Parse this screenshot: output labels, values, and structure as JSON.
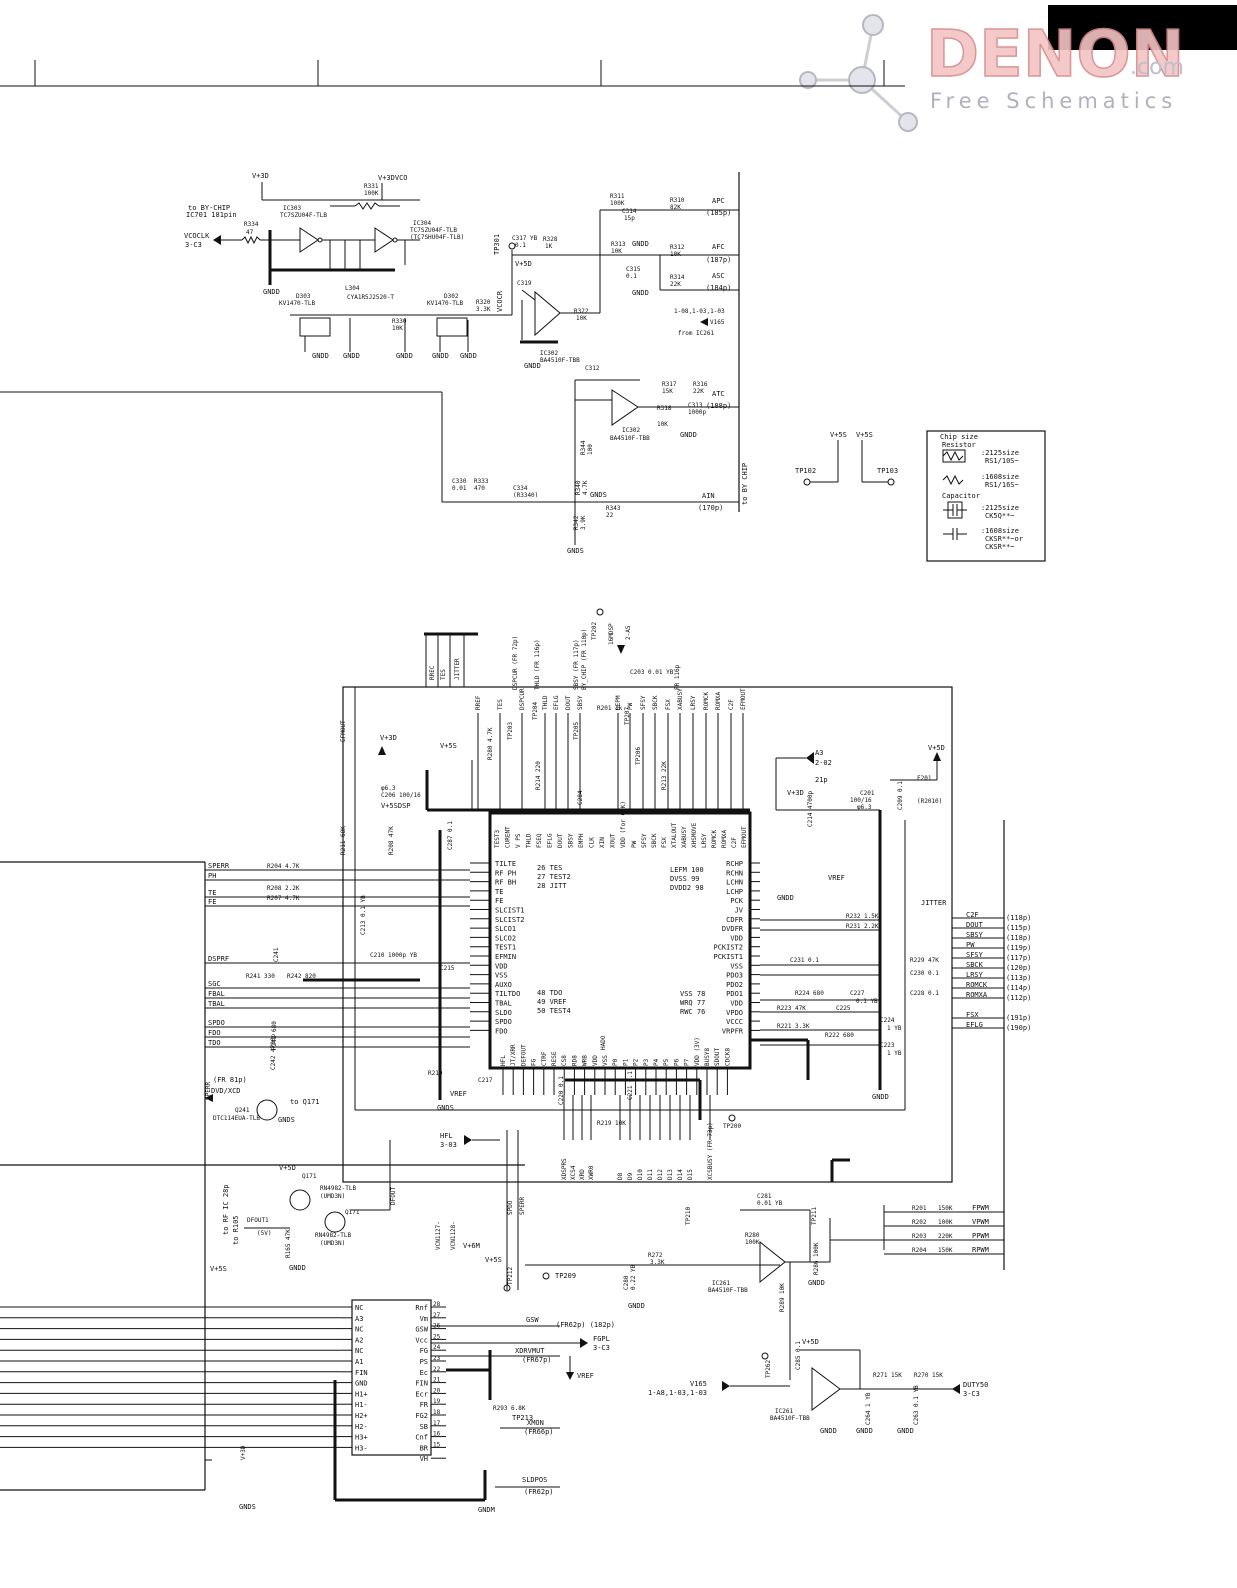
{
  "watermark": {
    "brand": "DENON",
    "suffix": ".com",
    "tagline": "Free Schematics"
  },
  "legend": {
    "title": "Chip size",
    "resistor_label": "Resistor",
    "r1": ":2125size",
    "r1b": "RS1/10S~",
    "r2": ":1608size",
    "r2b": "RS1/16S~",
    "cap_label": "Capacitor",
    "c1": ":2125size",
    "c1b": "CK5Q**~",
    "c2": ":1608size",
    "c2b": "CKSR**~or",
    "c2c": "CKSR**~"
  },
  "top_section": {
    "to_chip": "to BY-CHIP",
    "ic701": "IC701 181pin",
    "vcoclk": "VCOCLK",
    "vcoclk_ref": "3-C3",
    "v3d": "V+3D",
    "v3dvco": "V+3DVCO",
    "r331": "R331",
    "r331v": "100K",
    "ic303": "IC303",
    "ic303p": "TC7SZU04F-TLB",
    "ic304": "IC304",
    "ic304p": "TC7SZU04F-TLB",
    "ic304p2": "(TC7SHU04F-TLB)",
    "r334": "R334",
    "r334v": "47",
    "d303": "D303",
    "d303p": "KV1470-TLB",
    "l304": "L304",
    "l304p": "CYA1R5J2520-T",
    "d302": "D302",
    "d302p": "KV1470-TLB",
    "r320": "R320",
    "r320v": "3.3K",
    "r330": "R330",
    "r330v": "10K",
    "vcocr": "VCOCR",
    "tp301": "TP301",
    "c317": "C317 YB",
    "c317v": "0.1",
    "r328": "R328",
    "r328v": "1K",
    "v5d": "V+5D",
    "c319": "C319",
    "r322": "R322",
    "r322v": "10K",
    "ic302a": "IC302",
    "ic302ap": "BA4510F-TBB",
    "r311": "R311",
    "r311v": "100K",
    "c314": "C314",
    "c314v": "15p",
    "r313": "R313",
    "r313v": "10K",
    "c315": "C315",
    "c315v": "0.1",
    "r310": "R310",
    "r310v": "82K",
    "r312": "R312",
    "r312v": "10K",
    "r314": "R314",
    "r314v": "22K",
    "apc": "APC",
    "apc_pin": "(185p)",
    "afc": "AFC",
    "afc_pin": "(187p)",
    "asc": "ASC",
    "asc_pin": "(184p)",
    "from_ic261": "from IC261",
    "ref_ic261": "1-08,1-03,1-03",
    "v165": "V165",
    "c312": "C312",
    "r317": "R317",
    "r317v": "15K",
    "r316": "R316",
    "r316v": "22K",
    "atc": "ATC",
    "atc_pin": "(188p)",
    "c313": "C313",
    "c313v": "1000p",
    "r318": "R318",
    "r318v": "10K",
    "ic302b": "IC302",
    "ic302bp": "BA4510F-TBB",
    "r344": "R344",
    "r344v": "100",
    "r340": "R340",
    "r340v": "4.7K",
    "c330": "C330",
    "c330v": "0.01",
    "r333": "R333",
    "r333v": "470",
    "c334": "C334",
    "c334v": "(R3340)",
    "r342": "R342",
    "r342v": "3.9K",
    "r343": "R343",
    "r343v": "22",
    "ain": "AIN",
    "ain_pin": "(170p)",
    "gnds": "GNDS",
    "gndd": "GNDD",
    "to_by_chip": "to BY CHIP",
    "v5s": "V+5S",
    "tp102": "TP102",
    "tp103": "TP103"
  },
  "dsp": {
    "top_pins": [
      "RREC",
      "TES",
      "JITTER",
      "RREF",
      "TES",
      "DSPCUR",
      "THLD",
      "EFLG",
      "DOUT",
      "SBSY",
      "DEPM",
      "PW",
      "SFSY",
      "SBCK",
      "FSX",
      "XABUSY",
      "LRSY",
      "ROMCK",
      "ROMXA",
      "C2F",
      "EFMOUT"
    ],
    "top_sigs": [
      "DSPCUR (FR 72p)",
      "THLD (FR 116p)",
      "SBSY (FR 117p)",
      "BY_CHIP (FR 110p)",
      "FR 116p"
    ],
    "left_pins": [
      "TEST3",
      "CURENT",
      "V PS",
      "THLD",
      "FSEQ",
      "EFLG",
      "DOUT",
      "SBSY",
      "EMPH",
      "CLK",
      "XIN",
      "XOUT",
      "VDD (for CLK)"
    ],
    "left_labels": [
      "TILTE",
      "RF PH",
      "RF BH",
      "TE",
      "FE",
      "SLCIST1",
      "SLCIST2",
      "SLCO1",
      "SLCO2",
      "TEST1",
      "EFMIN",
      "VDD",
      "VSS",
      "AUXO",
      "TILTDO",
      "TBAL",
      "SLDO",
      "SPDO",
      "FDO"
    ],
    "mid_labels": [
      "26 TES",
      "27 TEST2",
      "28 JITT",
      "48 TDO",
      "49 VREF",
      "50 TEST4"
    ],
    "right_labels": [
      "LEFM 100",
      "DVSS 99",
      "DVDD2 98",
      "VSS 78",
      "WRQ 77",
      "RWC 76"
    ],
    "right_pins": [
      "RCHP",
      "RCHN",
      "LCHN",
      "LCHP",
      "PCK",
      "JV",
      "CDFR",
      "DVDFR",
      "VDD",
      "PCKIST2",
      "PCKIST1",
      "VSS",
      "PDO3",
      "PDO2",
      "PDO1",
      "VDD",
      "VPDO",
      "VCCC",
      "VRPFR"
    ],
    "bottom_pins": [
      "HFL",
      "JT/XRR",
      "DEFOUT",
      "FG",
      "CTRF",
      "RESE",
      "CS8",
      "RD8",
      "WRB",
      "VDD",
      "VSS",
      "P0",
      "P1",
      "P2",
      "P3",
      "P4",
      "P5",
      "P6",
      "P7",
      "VDD (3V)",
      "BUSY8",
      "SDOUT",
      "CDCK8"
    ],
    "bottom_sigs": [
      "HADO",
      "XDSPRS",
      "XCS4",
      "XRD",
      "XWR0",
      "D8",
      "D9",
      "D10",
      "D11",
      "D12",
      "D13",
      "D14",
      "D15",
      "XCSBUSY (FR 73p)"
    ],
    "right_outputs": [
      {
        "name": "C2F",
        "pin": "(118p)"
      },
      {
        "name": "DOUT",
        "pin": "(115p)"
      },
      {
        "name": "SBSY",
        "pin": "(118p)"
      },
      {
        "name": "PW",
        "pin": "(119p)"
      },
      {
        "name": "SFSY",
        "pin": "(117p)"
      },
      {
        "name": "SBCK",
        "pin": "(120p)"
      },
      {
        "name": "LRSY",
        "pin": "(113p)"
      },
      {
        "name": "ROMCK",
        "pin": "(114p)"
      },
      {
        "name": "ROMXA",
        "pin": "(112p)"
      },
      {
        "name": "FSX",
        "pin": "(191p)"
      },
      {
        "name": "EFLG",
        "pin": "(190p)"
      }
    ],
    "left_inputs": [
      "SPERR",
      "PH",
      "TE",
      "FE",
      "DSPRF",
      "SGC",
      "FBAL",
      "TBAL",
      "SPDO",
      "FDO",
      "TDO"
    ],
    "parts": {
      "r204": "R204 4.7K",
      "r208": "R208 2.2K",
      "r207": "R207 4.7K",
      "r211": "R211 68K",
      "r208b": "R208 47K",
      "c287": "C287 0.1",
      "c206": "C206 100/16",
      "c206b": "φ6.3",
      "v5sdsp": "V+5SDSP",
      "v3d": "V+3D",
      "v5s": "V+5S",
      "r280": "R280 4.7K",
      "r214": "R214 220",
      "c284": "C284",
      "r213": "R213 22K",
      "a3": "A3",
      "a3b": "2-02",
      "r21p": "21p",
      "v5d": "V+5D",
      "c201": "C201",
      "c201b": "100/16",
      "c201c": "φ6.3",
      "f201": "F201",
      "f201b": "(R2010)",
      "c209": "C209 0.1",
      "v3d2": "V+3D",
      "c214": "C214 4700p",
      "vref": "VREF",
      "gndd": "GNDD",
      "r232": "R232 1.5K",
      "r231": "R231 2.2K",
      "c231": "C231 0.1",
      "r229": "R229 47K",
      "c230": "C230 0.1",
      "r224": "R224 680",
      "c227": "C227",
      "c227b": "0.1 YB",
      "c228": "C228 0.1",
      "r223": "R223 47K",
      "c225": "C225",
      "c224": "C224",
      "c224b": "1 YB",
      "r221": "R221 3.3K",
      "r222": "R222 680",
      "c223": "C223",
      "c223b": "1 YB",
      "gndd2": "GNDD",
      "c241": "C241",
      "r241": "R241 330",
      "r242": "R242 820",
      "c210": "C210 1000p YB",
      "c213": "C213 0.1 YB",
      "c215": "C215",
      "r210": "R210",
      "c217": "C217",
      "vref2": "VREF",
      "gnds": "GNDS",
      "c220": "C220 0.1",
      "r219": "R219 10K",
      "c221": "C221 0.1",
      "tp200": "TP200",
      "tp202": "TP202",
      "c203": "C203 0.01 YB",
      "r201": "R201 1k",
      "hfl": "HFL",
      "hfl_ref": "3-03",
      "jitter": "JITTER",
      "tp203": "TP203",
      "tp204": "TP204",
      "tp205": "TP205",
      "tp206": "TP206",
      "tp207": "TP207",
      "tp208": "TP208",
      "efmout": "EFMOUT",
      "dspcur": "16MDSP",
      "a5": "2-A5"
    }
  },
  "bottom": {
    "fr_asic": "(FR 81p)",
    "dvd_xcd": "DVD/XCD",
    "to_q171": "to Q171",
    "q241": "Q241",
    "q241p": "DTC114EUA-TLB",
    "r242": "R242 680",
    "c242": "C242 4700p",
    "to_rf": "to RF IC 28p",
    "to_r105": "to R105",
    "dfout1": "DFOUT1",
    "dfout1b": "(5V)",
    "v5d": "V+5D",
    "q171a": "Q171",
    "q171ap": "RN4982-TLB",
    "q171ab": "(UMD3N)",
    "q171b": "Q171",
    "q171bp": "RN4982-TLB",
    "q171bb": "(UMD3N)",
    "r165": "R165 47K",
    "dfout": "DFOUT",
    "vcn1": "VCN1127-",
    "vcn2": "VCN1128-",
    "v5s": "V+5S",
    "v6m": "V+6M",
    "spdo": "SPDO",
    "sperr": "SPERR",
    "tp209": "TP209",
    "tp212": "TP212",
    "tp213": "TP213",
    "motor_left": [
      "NC",
      "A3",
      "NC",
      "A2",
      "NC",
      "A1",
      "FIN",
      "GND",
      "H1+",
      "H1-",
      "H2+",
      "H2-",
      "H3+",
      "H3-"
    ],
    "motor_right": [
      "Rnf",
      "Vm",
      "GSW",
      "Vcc",
      "FG",
      "PS",
      "Ec",
      "FIN",
      "Ecr",
      "FR",
      "FG2",
      "SB",
      "Cnf",
      "BR",
      "VH"
    ],
    "motor_rpins": [
      "28",
      "27",
      "26",
      "25",
      "24",
      "23",
      "22",
      "21",
      "20",
      "19",
      "18",
      "17",
      "16",
      "15"
    ],
    "gsw": "GSW",
    "gsw_pin": "(FR62p) (182p)",
    "fgpl": "FGPL",
    "fgpl_ref": "3-C3",
    "xdrvmut": "XDRVMUT",
    "xdrvmut_pin": "(FR67p)",
    "vref": "VREF",
    "xmon": "XMON",
    "xmon_pin": "(FR66p)",
    "sldpos": "SLDPOS",
    "sldpos_pin": "(FR62p)",
    "gndm": "GNDM",
    "gnds": "GNDS",
    "gndd": "GNDD",
    "v3d": "V+3D",
    "r293": "R293 6.8K",
    "c281": "C281",
    "c281b": "0.01 YB",
    "r280": "R280",
    "r280b": "100K",
    "c280": "C280",
    "c280b": "0.22 YB",
    "r272": "R272",
    "r272b": "3.3K",
    "ic261": "IC261",
    "ic261p": "BA4510F-TBB",
    "r286": "R286 100K",
    "tp210": "TP210",
    "tp211": "TP211",
    "r289": "R289 10K",
    "pwm": [
      {
        "r": "R201",
        "v": "150K",
        "n": "FPWM"
      },
      {
        "r": "R202",
        "v": "100K",
        "n": "VPWM"
      },
      {
        "r": "R203",
        "v": "220K",
        "n": "PPWM"
      },
      {
        "r": "R204",
        "v": "150K",
        "n": "RPWM"
      }
    ],
    "v165": "V165",
    "v165_ref": "1-A8,1-03,1-03",
    "tp262": "TP262",
    "c285": "C285 0.1",
    "ic261b": "IC261",
    "ic261bp": "BA4510F-TBB",
    "c264": "C264 1 YB",
    "r271": "R271 15K",
    "r270": "R270 15K",
    "c263": "C263 0.1 YB",
    "duty50": "DUTY50",
    "duty50_ref": "3-C3"
  }
}
